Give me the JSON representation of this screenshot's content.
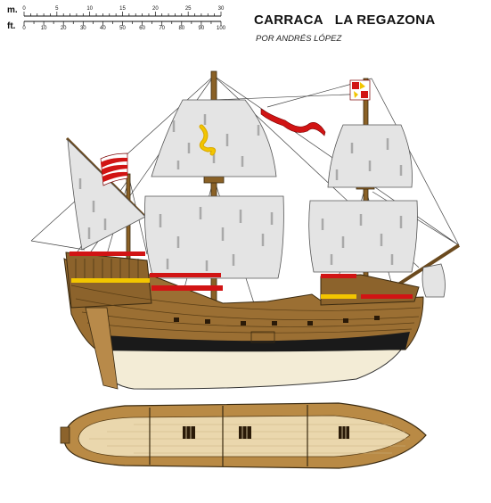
{
  "title": "CARRACA   LA REGAZONA",
  "author": "POR ANDRÉS LÓPEZ",
  "scale": {
    "meter_unit": "m.",
    "feet_unit": "ft.",
    "meter_ticks": [
      "0",
      "5",
      "10",
      "15",
      "20",
      "25",
      "30"
    ],
    "feet_ticks": [
      "0",
      "10",
      "20",
      "30",
      "40",
      "50",
      "60",
      "70",
      "80",
      "90",
      "100"
    ]
  },
  "colors": {
    "hull_wood": "#9b6f33",
    "hull_dark": "#6b4a1e",
    "underwater": "#f3ecd6",
    "waterline": "#1a1a1a",
    "sail": "#e4e4e4",
    "sail_shade": "#a9a9a9",
    "red": "#d11414",
    "yellow": "#f2c500",
    "deck": "#ead7ad"
  }
}
